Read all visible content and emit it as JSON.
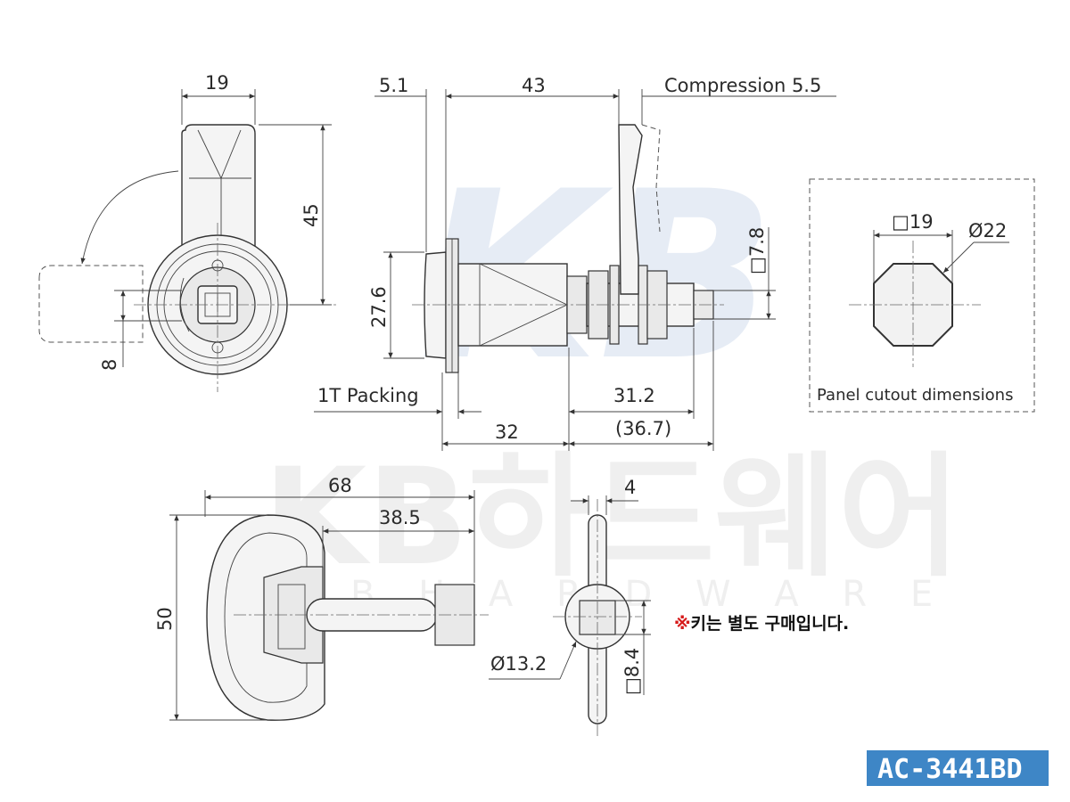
{
  "watermark": {
    "logo": "KB",
    "brand": "KB하드웨어",
    "brand_en": "K B  H A R D W A R E"
  },
  "dimensions": {
    "front_width": "19",
    "front_height": "45",
    "front_cam": "8",
    "side_flange": "5.1",
    "side_length": "43",
    "compression": "Compression 5.5",
    "side_square": "□7.8",
    "side_diameter": "27.6",
    "packing": "1T Packing",
    "thread_length": "31.2",
    "thread_total": "(36.7)",
    "body_length": "32",
    "cutout_square": "□19",
    "cutout_diameter": "Ø22",
    "cutout_label": "Panel cutout dimensions",
    "key_length": "68",
    "key_shaft": "38.5",
    "key_height": "50",
    "key_thickness": "4",
    "key_diameter": "Ø13.2",
    "key_square": "□8.4"
  },
  "note": {
    "mark": "※",
    "text": "키는 별도 구매입니다."
  },
  "badge": {
    "model": "AC-3441BD"
  }
}
